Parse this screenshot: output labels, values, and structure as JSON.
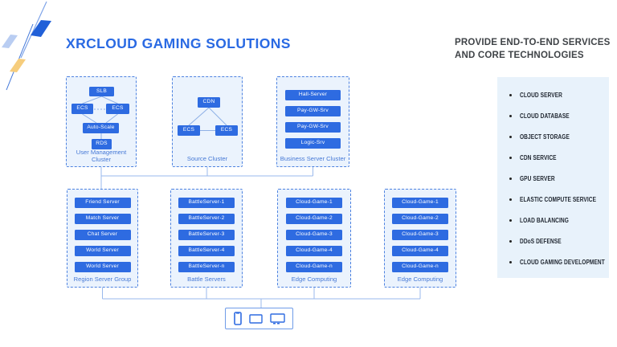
{
  "title": "XRCLOUD GAMING SOLUTIONS",
  "right_panel": {
    "heading": "PROVIDE END-TO-END SERVICES AND CORE TECHNOLOGIES",
    "items": [
      "CLOUD SERVER",
      "CLOUD DATABASE",
      "OBJECT STORAGE",
      "CDN SERVICE",
      "GPU SERVER",
      "ELASTIC COMPUTE SERVICE",
      "LOAD BALANCING",
      "DDoS DEFENSE",
      "CLOUD GAMING DEVELOPMENT"
    ]
  },
  "clusters": {
    "user_management": {
      "label": "User Management Cluster",
      "nodes": [
        "SLB",
        "ECS",
        "ECS",
        "Auto-Scale",
        "RDS"
      ]
    },
    "source": {
      "label": "Source Cluster",
      "nodes": [
        "CDN",
        "ECS",
        "ECS"
      ]
    },
    "business": {
      "label": "Business Server Cluster",
      "nodes": [
        "Hall-Server",
        "Pay-GW-Srv",
        "Pay-GW-Srv",
        "Logic-Srv"
      ]
    },
    "region": {
      "label": "Region Server Group",
      "nodes": [
        "Friend Server",
        "Match Server",
        "Chat Server",
        "World Server",
        "World Server"
      ]
    },
    "battle": {
      "label": "Battle Servers",
      "nodes": [
        "BattleServer-1",
        "BattleServer-2",
        "BattleServer-3",
        "BattleServer-4",
        "BattleServer-n"
      ]
    },
    "edge1": {
      "label": "Edge Computing",
      "nodes": [
        "Cloud-Game-1",
        "Cloud-Game-2",
        "Cloud-Game-3",
        "Cloud-Game-4",
        "Cloud-Game-n"
      ]
    },
    "edge2": {
      "label": "Edge Computing",
      "nodes": [
        "Cloud-Game-1",
        "Cloud-Game-2",
        "Cloud-Game-3",
        "Cloud-Game-4",
        "Cloud-Game-n"
      ]
    }
  },
  "devices": {
    "icons": [
      "smartphone-icon",
      "tablet-icon",
      "monitor-icon"
    ]
  },
  "colors": {
    "node_blue": "#2e6be1",
    "cluster_fill": "#ebf3fd",
    "dashed_border": "#4d82e0",
    "connector": "#9ab9ec",
    "panel_bg": "#e8f2fb",
    "title_blue": "#2a6ae3",
    "label_blue": "#4679d6",
    "heading_text": "#3f4347",
    "list_text": "#202731",
    "deco_dark_blue": "#2160d8",
    "deco_light_blue": "#b9cdf2",
    "deco_yellow": "#f6cd7d"
  }
}
